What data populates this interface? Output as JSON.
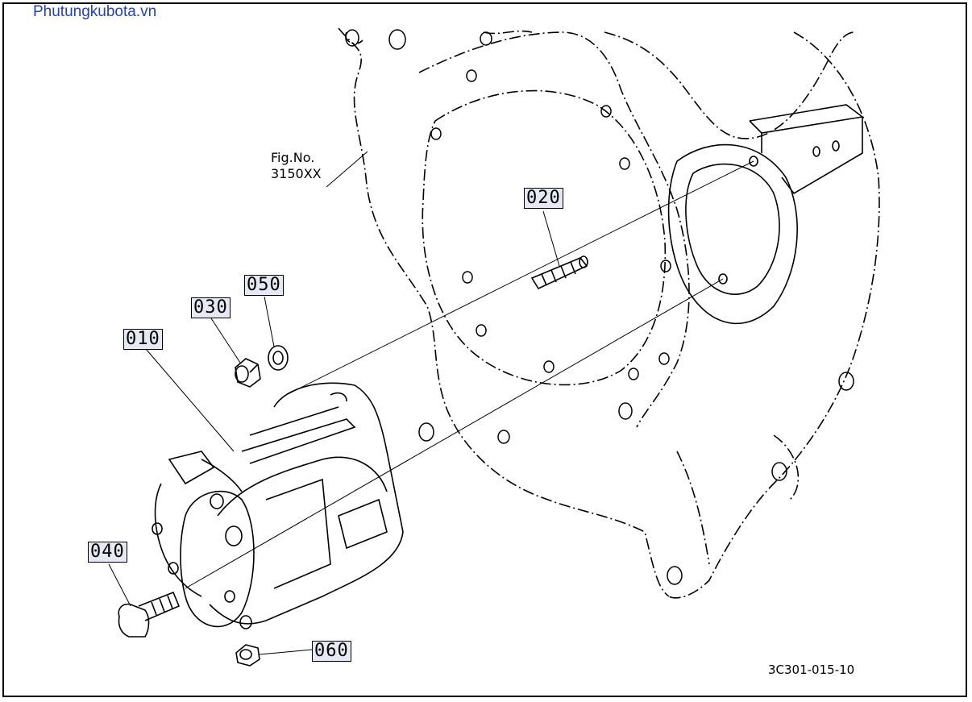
{
  "site": {
    "name": "Phutungkubota.vn"
  },
  "figure_ref": {
    "line1": "Fig.No.",
    "line2": "3150XX"
  },
  "callouts": {
    "p010": "010",
    "p020": "020",
    "p030": "030",
    "p040": "040",
    "p050": "050",
    "p060": "060"
  },
  "drawing_code": "3C301-015-10",
  "colors": {
    "link": "#1f3fc4",
    "callout_bg": "#e6e8f3",
    "line": "#000000"
  }
}
